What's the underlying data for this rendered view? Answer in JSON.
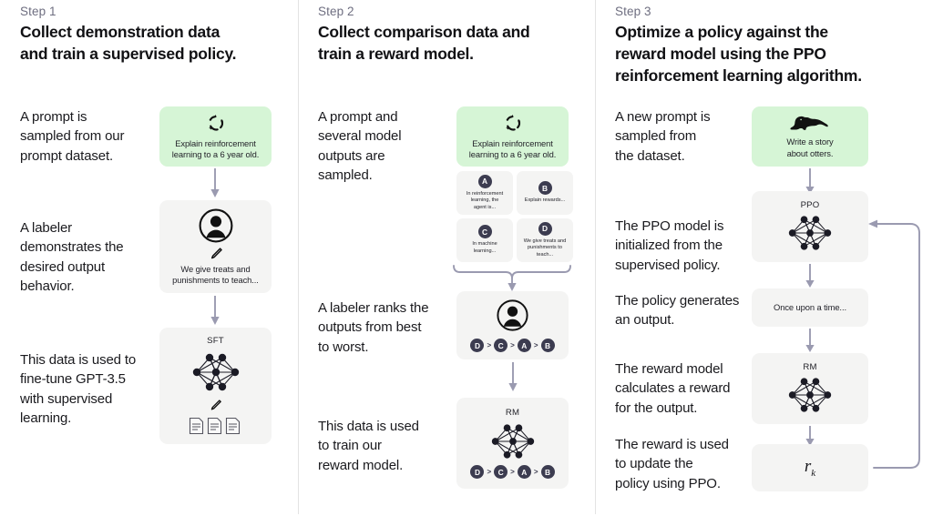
{
  "accent": {
    "green_box": "#d6f5d6",
    "gray_box": "#f4f4f3",
    "arrow": "#9a9ab0",
    "badge": "#3c3c50",
    "divider": "#e3e3e3"
  },
  "steps": [
    {
      "label": "Step 1",
      "title": "Collect demonstration data\nand train a supervised policy.",
      "copy": [
        "A prompt is\nsampled from our\nprompt dataset.",
        "A labeler\ndemonstrates the\ndesired output\nbehavior.",
        "This data is used to\nfine-tune GPT-3.5\nwith supervised\nlearning."
      ],
      "boxes": {
        "prompt": {
          "icon": "circular-arrows-icon",
          "caption": "Explain reinforcement\nlearning to a 6 year old."
        },
        "labeler": {
          "icon": "person-icon",
          "sub_icon": "pencil-icon",
          "caption": "We give treats and\npunishments to teach..."
        },
        "sft": {
          "title": "SFT",
          "icon": "neural-network-icon",
          "sub_icon": "pencil-icon",
          "docs_icon": "documents-icon"
        }
      }
    },
    {
      "label": "Step 2",
      "title": "Collect comparison data and\ntrain a reward model.",
      "copy": [
        "A prompt and\nseveral model\noutputs are\nsampled.",
        "A labeler ranks the\noutputs from best\nto worst.",
        "This data is used\nto train our\nreward model."
      ],
      "boxes": {
        "prompt": {
          "icon": "circular-arrows-icon",
          "caption": "Explain reinforcement\nlearning to a 6 year old."
        },
        "options": [
          {
            "badge": "A",
            "text": "In reinforcement\nlearning, the\nagent is..."
          },
          {
            "badge": "B",
            "text": "Explain rewards..."
          },
          {
            "badge": "C",
            "text": "In machine\nlearning..."
          },
          {
            "badge": "D",
            "text": "We give treats and\npunishments to\nteach..."
          }
        ],
        "labeler": {
          "icon": "person-icon",
          "ranking": [
            "D",
            "C",
            "A",
            "B"
          ]
        },
        "rm": {
          "title": "RM",
          "icon": "neural-network-icon",
          "ranking": [
            "D",
            "C",
            "A",
            "B"
          ]
        }
      }
    },
    {
      "label": "Step 3",
      "title": "Optimize a policy against the\nreward model using the PPO\nreinforcement learning algorithm.",
      "copy": [
        "A new prompt is\nsampled from\nthe dataset.",
        "The PPO model is\ninitialized from the\nsupervised policy.",
        "The policy generates\nan output.",
        "The reward model\ncalculates a reward\nfor the output.",
        "The reward is used\nto update the\npolicy using PPO."
      ],
      "boxes": {
        "prompt": {
          "icon": "otter-icon",
          "caption": "Write a story\nabout otters."
        },
        "ppo": {
          "title": "PPO",
          "icon": "neural-network-icon"
        },
        "output": {
          "caption": "Once upon a time..."
        },
        "rm": {
          "title": "RM",
          "icon": "neural-network-icon"
        },
        "reward": {
          "symbol": "r",
          "subscript": "k"
        }
      }
    }
  ]
}
